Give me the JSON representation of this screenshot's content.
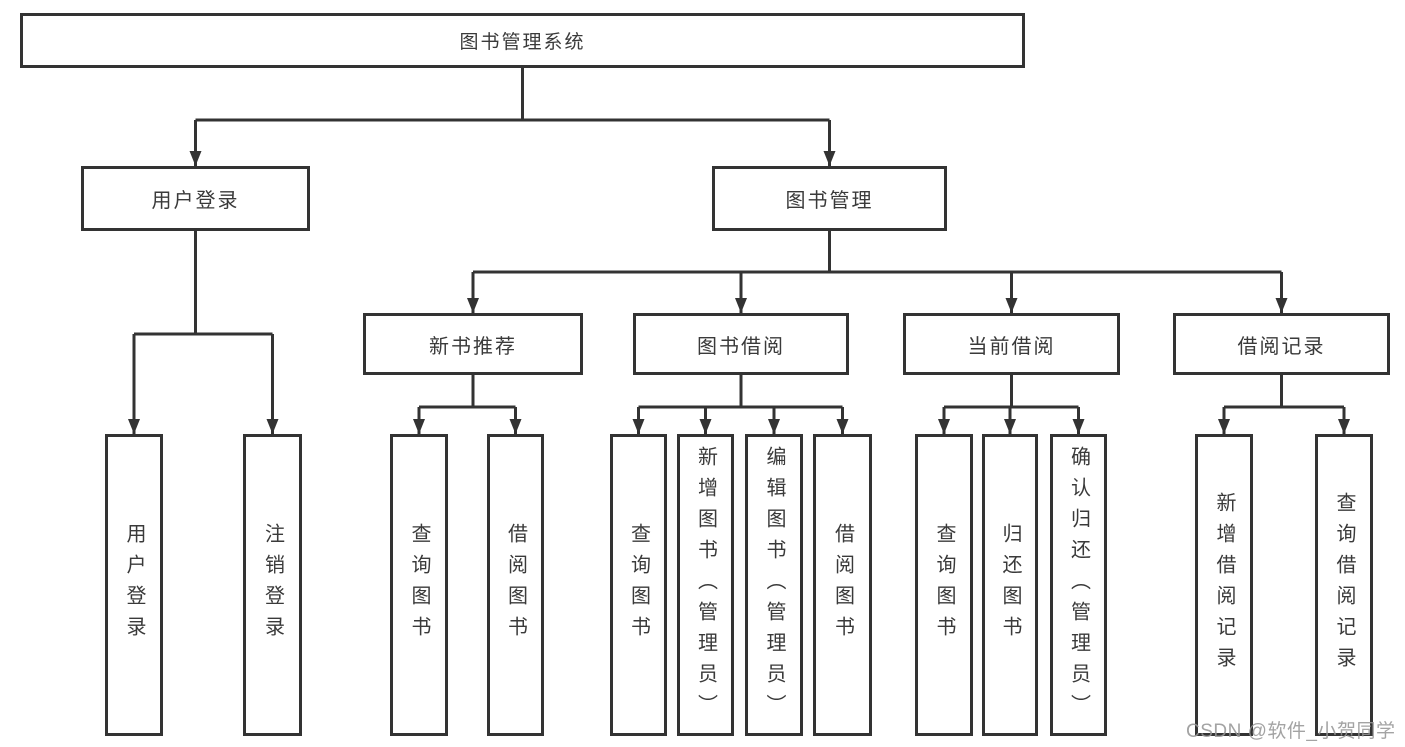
{
  "nodes": {
    "root": {
      "label": "图书管理系统"
    },
    "level2": [
      {
        "label": "用户登录",
        "parent": "图书管理系统"
      },
      {
        "label": "图书管理",
        "parent": "图书管理系统"
      }
    ],
    "level3": [
      {
        "label": "新书推荐",
        "parent": "图书管理"
      },
      {
        "label": "图书借阅",
        "parent": "图书管理"
      },
      {
        "label": "当前借阅",
        "parent": "图书管理"
      },
      {
        "label": "借阅记录",
        "parent": "图书管理"
      }
    ],
    "leaves": [
      {
        "label": "用户登录",
        "parent": "用户登录"
      },
      {
        "label": "注销登录",
        "parent": "用户登录"
      },
      {
        "label": "查询图书",
        "parent": "新书推荐"
      },
      {
        "label": "借阅图书",
        "parent": "新书推荐"
      },
      {
        "label": "查询图书",
        "parent": "图书借阅"
      },
      {
        "label": "新增图书（管理员）",
        "parent": "图书借阅"
      },
      {
        "label": "编辑图书（管理员）",
        "parent": "图书借阅"
      },
      {
        "label": "借阅图书",
        "parent": "图书借阅"
      },
      {
        "label": "查询图书",
        "parent": "当前借阅"
      },
      {
        "label": "归还图书",
        "parent": "当前借阅"
      },
      {
        "label": "确认归还（管理员）",
        "parent": "当前借阅"
      },
      {
        "label": "新增借阅记录",
        "parent": "借阅记录"
      },
      {
        "label": "查询借阅记录",
        "parent": "借阅记录"
      }
    ]
  },
  "watermark": "CSDN @软件_小贺同学",
  "colors": {
    "line": "#333333",
    "text": "#3a3a3a",
    "background": "#ffffff",
    "watermark": "#969696"
  }
}
